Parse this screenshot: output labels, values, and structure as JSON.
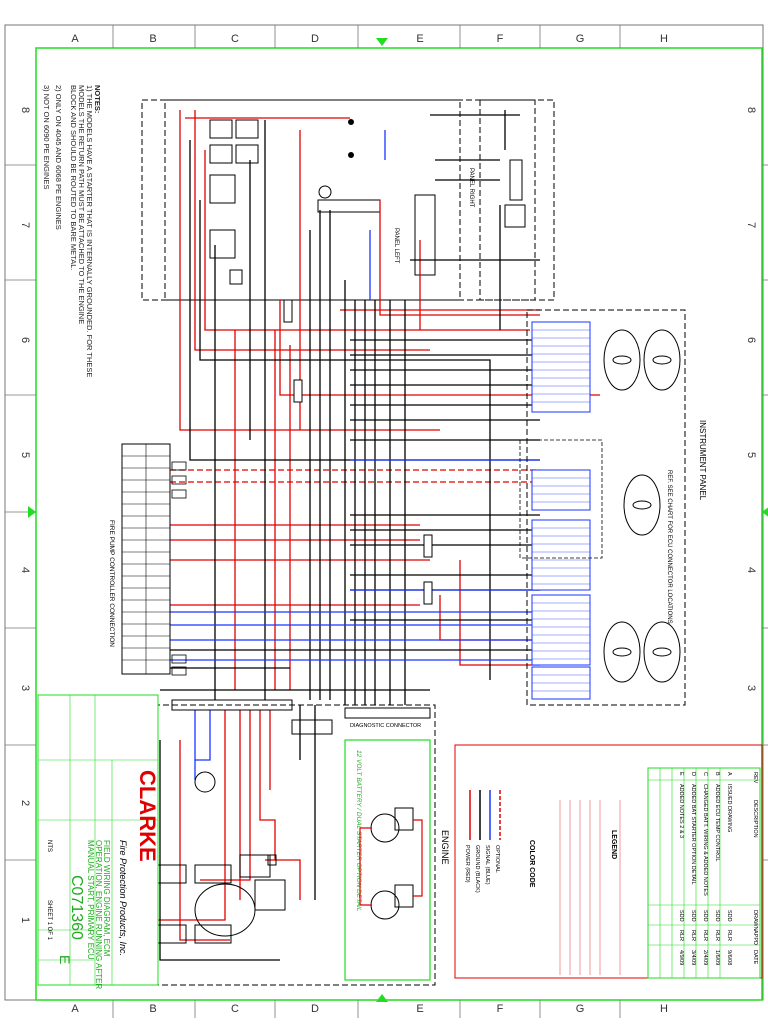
{
  "sheet": {
    "col_letters": [
      "A",
      "B",
      "C",
      "D",
      "E",
      "F",
      "G",
      "H"
    ],
    "row_numbers": [
      "8",
      "7",
      "6",
      "5",
      "4",
      "3",
      "2",
      "1"
    ]
  },
  "notes": {
    "heading": "NOTES:",
    "lines": [
      "1) THE MODELS HAVE A STARTER THAT IS INTERNALLY GROUNDED. FOR THESE",
      "MODELS THE RETURN PATH MUST BE ATTACHED TO THE ENGINE",
      "BLOCK AND SHOULD BE ROUTED TO BARE METAL.",
      "2) ONLY ON 4045 AND 6068 PE ENGINES",
      "3) NOT ON 6090 PE ENGINES"
    ]
  },
  "labels": {
    "instrument_panel": "INSTRUMENT PANEL",
    "ref_note": "REF. SEE CHART FOR ECU CONNECTOR LOCATIONS",
    "fire_pump_controller": "FIRE PUMP CONTROLLER CONNECTION",
    "dual_start": "12 VOLT BATTERY / DUAL STARTER OPTION DETAIL",
    "engine": "ENGINE",
    "diagnostic": "DIAGNOSTIC CONNECTOR",
    "color_code_title": "COLOR CODE",
    "legend_title": "LEGEND",
    "panel_left": "PANEL LEFT",
    "panel_right": "PANEL RIGHT"
  },
  "color_code": {
    "entries": [
      {
        "label": "POWER (RED)",
        "color": "#e00000",
        "style": "solid"
      },
      {
        "label": "GROUND (BLACK)",
        "color": "#000000",
        "style": "solid"
      },
      {
        "label": "SIGNAL (BLUE)",
        "color": "#1a35ff",
        "style": "solid"
      },
      {
        "label": "OPTIONAL",
        "color": "#e00000",
        "style": "dashed"
      }
    ]
  },
  "revisions": {
    "header": [
      "REV",
      "DESCRIPTION",
      "DRAWN",
      "APPD",
      "DATE"
    ],
    "rows": [
      [
        "A",
        "ISSUED DRAWING",
        "SDD",
        "RLR",
        "9/6/08"
      ],
      [
        "B",
        "ADDED ECU TEMP CONTROL",
        "SDD",
        "RLR",
        "1/6/09"
      ],
      [
        "C",
        "CHANGED BATT. WIRING & ADDED NOTES",
        "SDD",
        "RLR",
        "2/4/09"
      ],
      [
        "D",
        "ADDED BAT STARTER OPTION DETAIL",
        "SDD",
        "RLR",
        "3/4/09"
      ],
      [
        "E",
        "ADDED NOTES 2 & 3",
        "SDD",
        "RLR",
        "4/9/09"
      ]
    ]
  },
  "title_block": {
    "brand": "CLARKE",
    "company": "Fire Protection Products, Inc.",
    "title_lines": [
      "FIELD WIRING DIAGRAM, ECM",
      "OPERATION, ENGINE RUNNING AFTER",
      "MANUAL START, PRIMARY ECU"
    ],
    "drawing_number": "C071360",
    "rev": "E",
    "scale": "NTS",
    "sheet": "SHEET 1 OF 1"
  },
  "brand_colors": {
    "border": "#22dd22",
    "power": "#e00000",
    "signal": "#1a35ff",
    "ground": "#000000",
    "brand": "#e00000"
  }
}
